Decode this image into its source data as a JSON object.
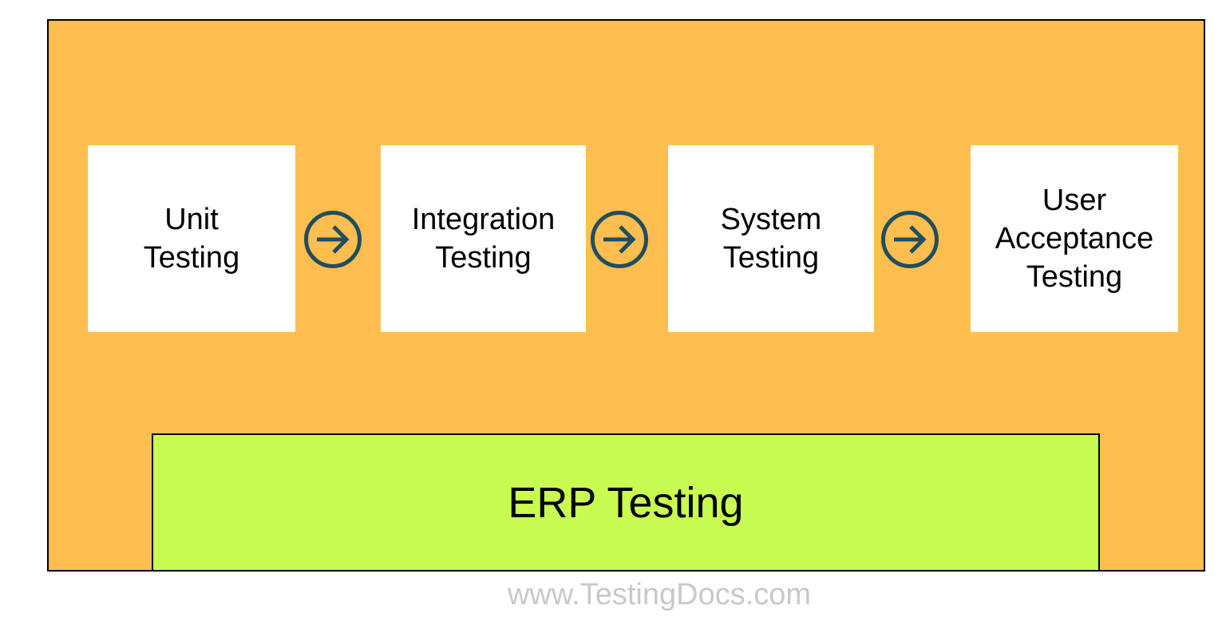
{
  "colors": {
    "canvas-bg": "#ffffff",
    "container-fill": "#FFBE4F",
    "container-border": "#000000",
    "phase-fill": "#ffffff",
    "phase-text": "#000000",
    "arrow-accent": "#1F4E5F",
    "erp-fill": "#C9FC50",
    "erp-border": "#000000",
    "watermark-gray": "#C9C9C9"
  },
  "diagram": {
    "phases": [
      {
        "label": "Unit\nTesting"
      },
      {
        "label": "Integration\nTesting"
      },
      {
        "label": "System\nTesting"
      },
      {
        "label": "User\nAcceptance\nTesting"
      }
    ],
    "connector_icon": "arrow-right-circle-icon",
    "base_label": "ERP Testing",
    "watermark": "www.TestingDocs.com"
  }
}
